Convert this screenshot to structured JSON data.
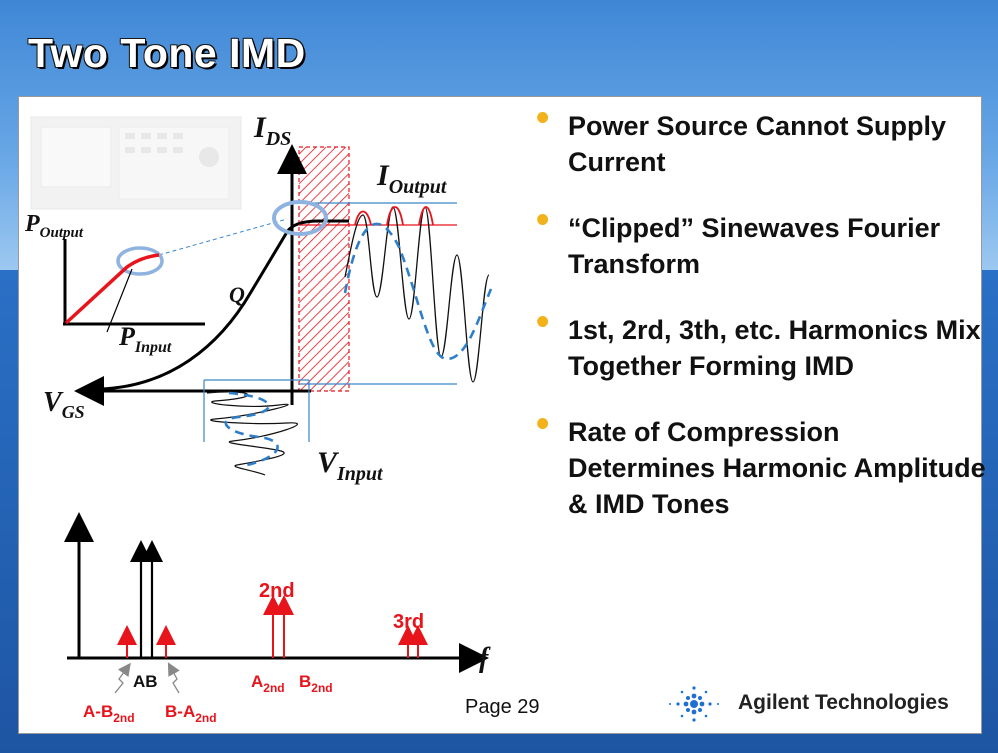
{
  "slide": {
    "title": "Two Tone IMD",
    "page": "Page 29",
    "company": "Agilent Technologies"
  },
  "bullets": [
    "Power Source Cannot Supply Current",
    "“Clipped” Sinewaves Fourier Transform",
    "1st, 2rd, 3th, etc. Harmonics Mix Together Forming IMD",
    "Rate of Compression Determines Harmonic Amplitude & IMD Tones"
  ],
  "diagram": {
    "ids_label": "I",
    "ids_sub": "DS",
    "iout_label": "I",
    "iout_sub": "Output",
    "vgs_label": "V",
    "vgs_sub": "GS",
    "vin_label": "V",
    "vin_sub": "Input",
    "pout_label": "P",
    "pout_sub": "Output",
    "pin_label": "P",
    "pin_sub": "Input",
    "q_label": "Q"
  },
  "spectrum": {
    "f_label": "f",
    "ab_label": "AB",
    "label_2nd": "2nd",
    "label_3rd": "3rd",
    "a_minus_b": "A-B",
    "b_minus_a": "B-A",
    "a_2nd": "A",
    "b_2nd": "B",
    "sub_2nd": "2nd"
  },
  "colors": {
    "red": "#e8141c",
    "blue_dash": "#2f7fc8",
    "bullet_dot": "#f2b21c"
  }
}
